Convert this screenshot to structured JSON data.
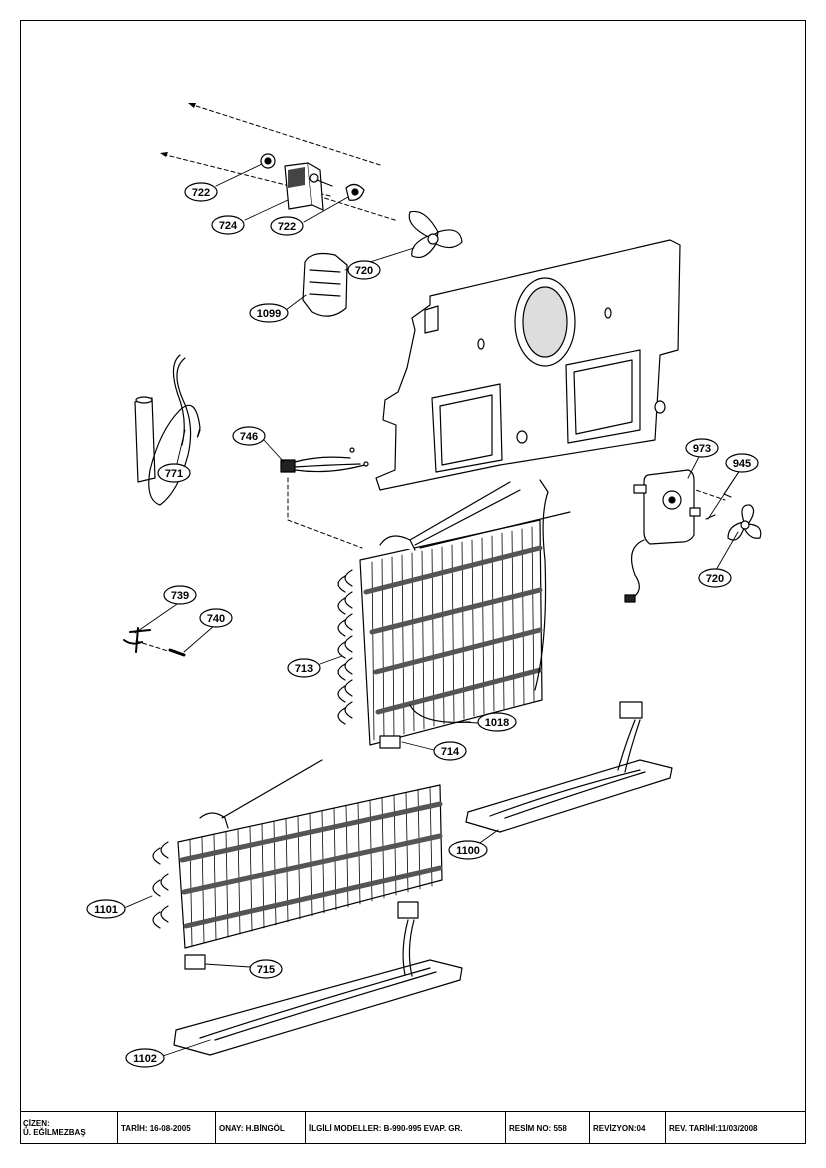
{
  "callouts": [
    {
      "id": "c-722a",
      "label": "722"
    },
    {
      "id": "c-724",
      "label": "724"
    },
    {
      "id": "c-722b",
      "label": "722"
    },
    {
      "id": "c-720a",
      "label": "720"
    },
    {
      "id": "c-1099",
      "label": "1099"
    },
    {
      "id": "c-771",
      "label": "771"
    },
    {
      "id": "c-746",
      "label": "746"
    },
    {
      "id": "c-973",
      "label": "973"
    },
    {
      "id": "c-945",
      "label": "945"
    },
    {
      "id": "c-720b",
      "label": "720"
    },
    {
      "id": "c-739",
      "label": "739"
    },
    {
      "id": "c-740",
      "label": "740"
    },
    {
      "id": "c-713",
      "label": "713"
    },
    {
      "id": "c-1018",
      "label": "1018"
    },
    {
      "id": "c-714",
      "label": "714"
    },
    {
      "id": "c-1100",
      "label": "1100"
    },
    {
      "id": "c-1101",
      "label": "1101"
    },
    {
      "id": "c-715",
      "label": "715"
    },
    {
      "id": "c-1102",
      "label": "1102"
    }
  ],
  "title_block": {
    "drawn_by_label": "ÇİZEN:",
    "drawn_by_name": "Ü. EĞİLMEZBAŞ",
    "date": "TARİH: 16-08-2005",
    "approved": "ONAY: H.BİNGÖL",
    "models": "İLGİLİ MODELLER: B-990-995 EVAP. GR.",
    "drawing_no": "RESİM NO: 558",
    "revision": "REVİZYON:04",
    "rev_date": "REV. TARİHİ:11/03/2008"
  }
}
